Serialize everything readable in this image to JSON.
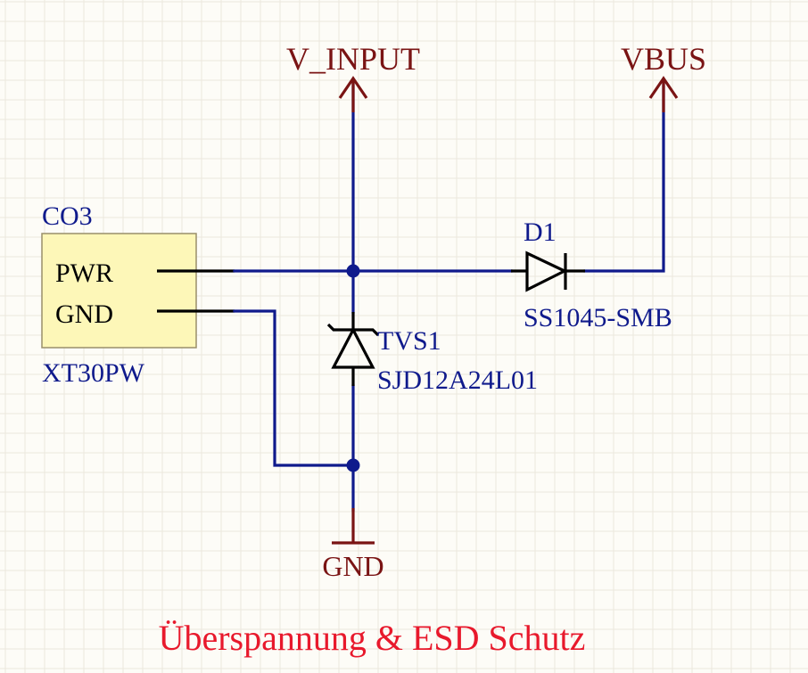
{
  "colors": {
    "background": "#fdfcf7",
    "grid": "#ebe8dd",
    "wire": "#0f1a8c",
    "pin": "#000000",
    "power_port": "#7a1414",
    "component_label": "#0f1a8c",
    "connector_fill": "#fdf7b8",
    "connector_border": "#9a8f6a",
    "title": "#e8192c"
  },
  "ports": {
    "v_input": "V_INPUT",
    "vbus": "VBUS",
    "gnd": "GND"
  },
  "connector": {
    "designator": "CO3",
    "part": "XT30PW",
    "pins": [
      "PWR",
      "GND"
    ]
  },
  "diode": {
    "designator": "D1",
    "part": "SS1045-SMB"
  },
  "tvs": {
    "designator": "TVS1",
    "part": "SJD12A24L01"
  },
  "title": "Überspannung & ESD Schutz"
}
